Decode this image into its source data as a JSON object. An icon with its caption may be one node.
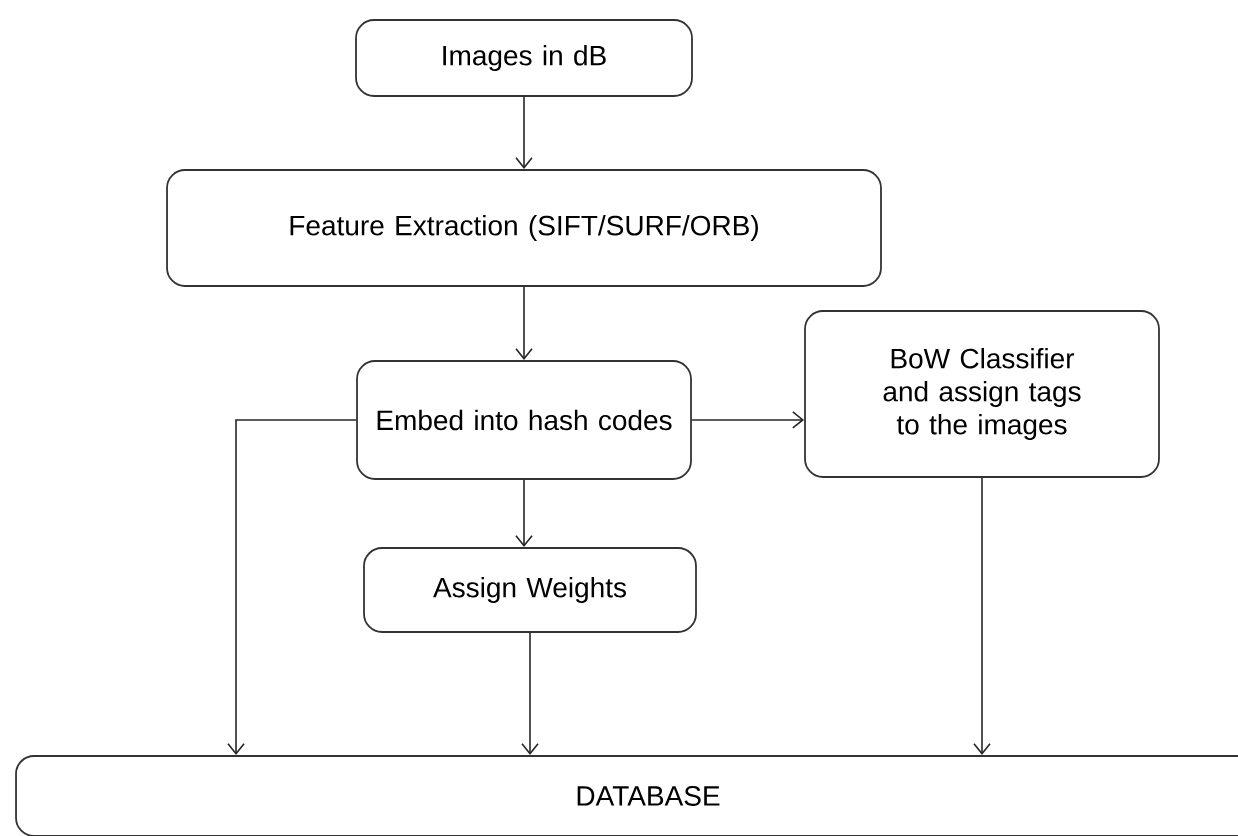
{
  "diagram": {
    "nodes": [
      {
        "text": [
          "Images in dB"
        ]
      },
      {
        "text": [
          "Feature Extraction (SIFT/SURF/ORB)"
        ]
      },
      {
        "text": [
          "Embed into hash codes"
        ]
      },
      {
        "text": [
          "BoW Classifier and assign tags to the images"
        ]
      },
      {
        "text": [
          "Assign Weights"
        ]
      },
      {
        "text": [
          "DATABASE"
        ]
      }
    ],
    "edges": [
      {
        "from": 0,
        "to": 1,
        "arrow": "to"
      },
      {
        "from": 1,
        "to": 2,
        "arrow": "to"
      },
      {
        "from": 2,
        "to": 3,
        "arrow": "to"
      },
      {
        "from": 2,
        "to": 4,
        "arrow": "to"
      },
      {
        "from": 2,
        "to": 5,
        "arrow": "to"
      },
      {
        "from": 4,
        "to": 5,
        "arrow": "to"
      },
      {
        "from": 3,
        "to": 5,
        "arrow": "to"
      }
    ]
  }
}
